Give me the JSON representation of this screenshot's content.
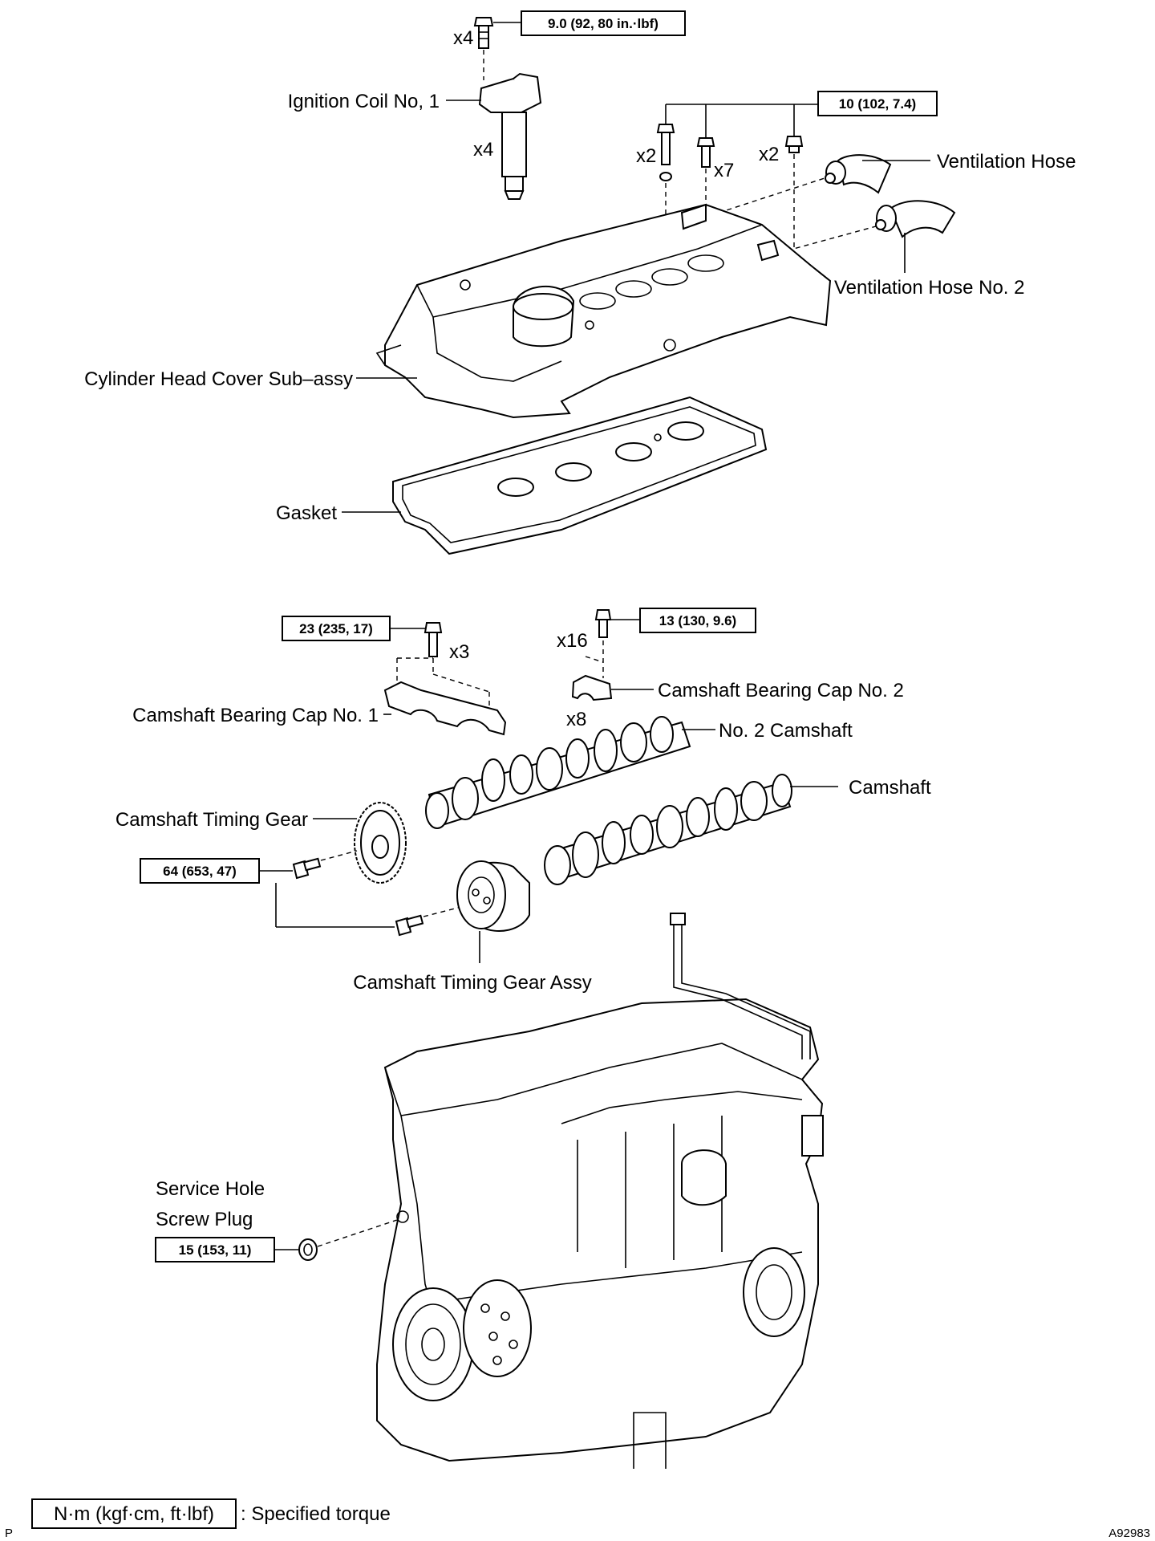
{
  "labels": {
    "ignition_coil": "Ignition Coil No, 1",
    "ventilation_hose": "Ventilation Hose",
    "ventilation_hose_2": "Ventilation Hose No. 2",
    "cylinder_head_cover": "Cylinder Head Cover Sub–assy",
    "gasket": "Gasket",
    "camshaft_bearing_cap_1": "Camshaft Bearing Cap No. 1",
    "camshaft_bearing_cap_2": "Camshaft Bearing Cap No. 2",
    "no2_camshaft": "No. 2 Camshaft",
    "camshaft": "Camshaft",
    "camshaft_timing_gear": "Camshaft Timing Gear",
    "camshaft_timing_gear_assy": "Camshaft Timing Gear Assy",
    "service_hole_line1": "Service Hole",
    "service_hole_line2": "Screw Plug"
  },
  "torques": {
    "ignition_coil_bolt": "9.0 (92, 80 in.·lbf)",
    "head_cover_bolts": "10 (102, 7.4)",
    "bearing_cap_1_bolt": "23 (235, 17)",
    "bearing_cap_2_bolt": "13 (130, 9.6)",
    "timing_gear_bolt": "64 (653, 47)",
    "screw_plug": "15 (153, 11)"
  },
  "quantities": {
    "coil_bolt": "x4",
    "coil": "x4",
    "cover_bolt_a": "x2",
    "cover_bolt_b": "x7",
    "cover_bolt_c": "x2",
    "cap1_bolt": "x3",
    "cap2_bolt": "x16",
    "cap2": "x8"
  },
  "legend": {
    "unit": "N·m (kgf·cm, ft·lbf)",
    "text": ": Specified torque"
  },
  "corner": {
    "left": "P",
    "right": "A92983"
  }
}
